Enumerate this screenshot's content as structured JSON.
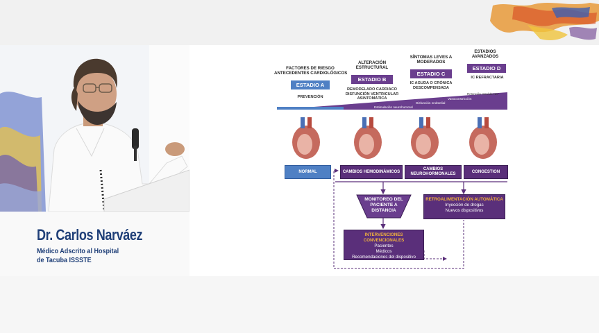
{
  "speaker": {
    "name": "Dr. Carlos Narváez",
    "role_line1": "Médico Adscrito al Hospital",
    "role_line2": "de Tacuba ISSSTE"
  },
  "slide": {
    "stages": [
      {
        "header_line1": "FACTORES DE RIESGO",
        "header_line2": "ANTECEDENTES CARDIOLÓGICOS",
        "label": "ESTADIO A",
        "desc_line1": "PREVENCIÓN",
        "desc_line2": ""
      },
      {
        "header_line1": "ALTERACIÓN",
        "header_line2": "ESTRUCTURAL",
        "label": "ESTADIO B",
        "desc_line1": "REMODELADO CARDIACO",
        "desc_line2": "DISFUNCIÓN VENTRICULAR",
        "desc_line3": "ASINTOMÁTICA"
      },
      {
        "header_line1": "SÍNTOMAS LEVES A",
        "header_line2": "MODERADOS",
        "label": "ESTADIO C",
        "desc_line1": "IC AGUDA O CRÓNICA",
        "desc_line2": "DESCOMPENSADA"
      },
      {
        "header_line1": "ESTADIOS",
        "header_line2": "AVANZADOS",
        "label": "ESTADIO D",
        "desc_line1": "IC REFRACTARIA",
        "desc_line2": ""
      }
    ],
    "wedge_labels": {
      "renal": "Retención renal de Na⁺",
      "vaso": "Vasoconstricción",
      "endotelial": "Disfunción endotelial",
      "neuro": "Estimulación neurohumoral"
    },
    "status_boxes": {
      "normal": "NORMAL",
      "hemo": "CAMBIOS HEMODINÁMICOS",
      "neuro_line1": "CAMBIOS",
      "neuro_line2": "NEUROHORMONALES",
      "congestion": "CONGESTION"
    },
    "monitoring_line1": "MONITOREO DEL",
    "monitoring_line2": "PACIENTE A",
    "monitoring_line3": "DISTANCIA",
    "feedback": {
      "title": "RETROALIMENTACIÓN AUTOMÁTICA",
      "item1": "Inyección de drogas",
      "item2": "Nuevos dispositivos"
    },
    "interventions": {
      "title": "INTERVENCIONES CONVENCIONALES",
      "item1": "Pacientes",
      "item2": "Médicos",
      "item3": "Recomendaciones del dispositivo"
    }
  },
  "colors": {
    "stage_blue": "#4f80c4",
    "stage_purple": "#6a3e8e",
    "box_purple": "#5a2f7a",
    "accent_orange": "#f2b23c",
    "name_blue": "#1f3f78"
  }
}
